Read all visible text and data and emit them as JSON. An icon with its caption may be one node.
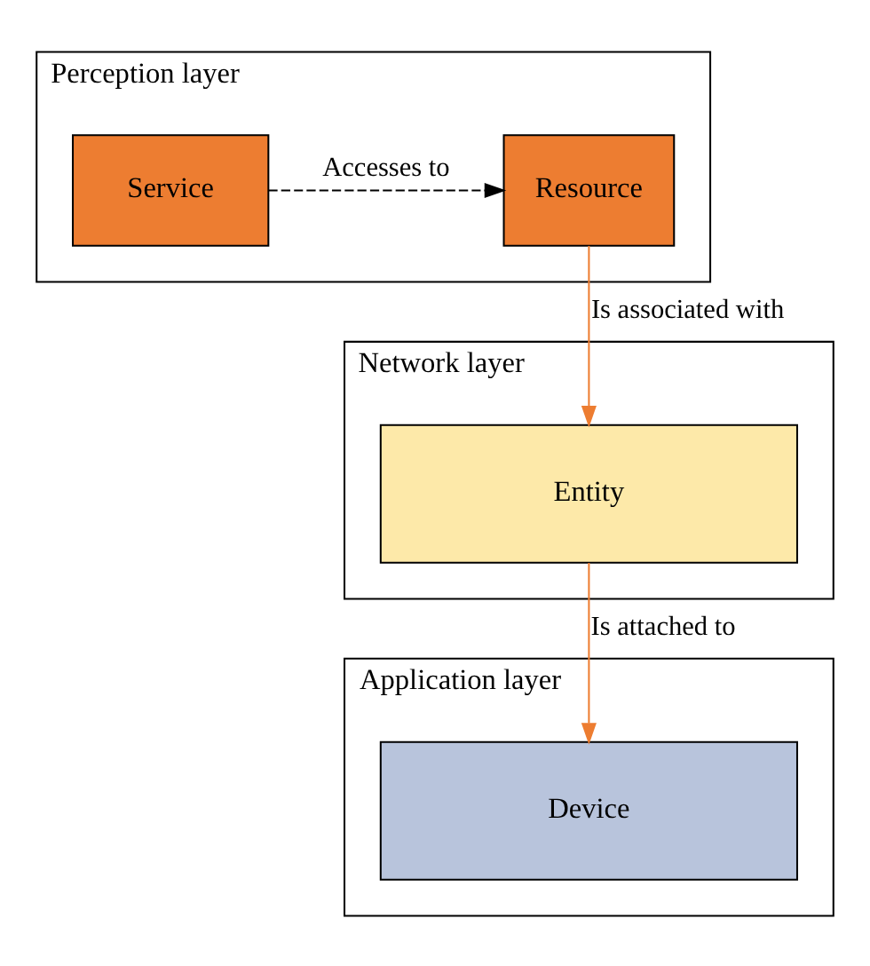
{
  "diagram": {
    "nodes": [
      {
        "text": [
          "Perception layer"
        ]
      },
      {
        "text": [
          "Service"
        ],
        "in": 0
      },
      {
        "text": [
          "Resource"
        ],
        "in": 0
      },
      {
        "text": [
          "Network layer"
        ]
      },
      {
        "text": [
          "Entity"
        ],
        "in": 3
      },
      {
        "text": [
          "Application layer"
        ]
      },
      {
        "text": [
          "Device"
        ],
        "in": 5
      }
    ],
    "edges": [
      {
        "from": 1,
        "to": 2,
        "arrow": "to",
        "label": "Accesses to",
        "style": "dashed",
        "color": "#000000"
      },
      {
        "from": 2,
        "to": 4,
        "arrow": "to",
        "label": "Is associated with"
      },
      {
        "from": 4,
        "to": 6,
        "arrow": "to",
        "label": "Is attached to"
      }
    ]
  }
}
